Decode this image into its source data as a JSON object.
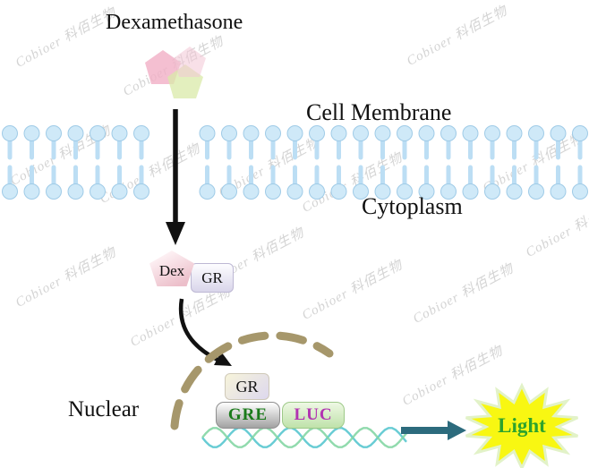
{
  "watermark": {
    "text": "Cobioer 科佰生物"
  },
  "labels": {
    "title": "Dexamethasone",
    "cell_membrane": "Cell Membrane",
    "cytoplasm": "Cytoplasm",
    "nuclear": "Nuclear"
  },
  "nodes": {
    "dex": "Dex",
    "gr_cytoplasm": "GR",
    "gr_nucleus": "GR",
    "gre": "GRE",
    "luc": "LUC",
    "light": "Light"
  },
  "colors": {
    "membrane_head": "#cfe9f8",
    "membrane_tail": "#bcdef4",
    "nuclear_envelope": "#a6976b",
    "dna_teal": "#58c6cf",
    "dna_green": "#84d6a4",
    "arrow_black": "#111111",
    "arrow_teal": "#2c6b7d",
    "star_fill": "#f8f712",
    "star_edge": "#e2f2c8",
    "gre_text": "#1a7a1a",
    "luc_text": "#b233b2",
    "light_text": "#2da32d"
  }
}
